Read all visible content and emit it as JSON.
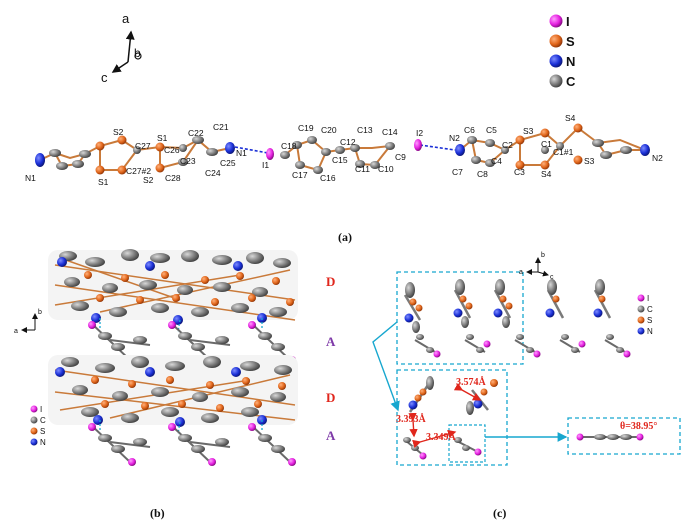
{
  "panel_a": {
    "caption": "(a)",
    "axes": {
      "a": "a",
      "b": "b",
      "c": "c"
    },
    "legend": [
      {
        "symbol": "I",
        "color": "#e520e0"
      },
      {
        "symbol": "S",
        "color": "#e0651a"
      },
      {
        "symbol": "N",
        "color": "#1a2fd6"
      },
      {
        "symbol": "C",
        "color": "#7a7a7a"
      }
    ],
    "atoms": [
      "N1",
      "S2",
      "S1",
      "C27#2",
      "C27",
      "C26",
      "S1",
      "S2",
      "C28",
      "C22",
      "C23",
      "C24",
      "C21",
      "C25",
      "N1",
      "I1",
      "C18",
      "C19",
      "C20",
      "C17",
      "C16",
      "C13",
      "C12",
      "C15",
      "C11",
      "C14",
      "C10",
      "C9",
      "I2",
      "N2",
      "C6",
      "C5",
      "C2",
      "C4",
      "C7",
      "C8",
      "S3",
      "C1",
      "C3",
      "S4",
      "S4",
      "C1#1",
      "S3",
      "N2"
    ]
  },
  "panel_b": {
    "caption": "(b)",
    "axes": {
      "a": "a",
      "b": "b"
    },
    "layers": [
      "D",
      "A",
      "D",
      "A"
    ],
    "legend": [
      "I",
      "C",
      "S",
      "N"
    ]
  },
  "panel_c": {
    "caption": "(c)",
    "axes": {
      "a": "a",
      "b": "b",
      "c": "c"
    },
    "legend": [
      "I",
      "C",
      "S",
      "N"
    ],
    "distances": [
      "3.574Å",
      "3.393Å",
      "3.349Å"
    ],
    "angle": "θ=38.95°"
  },
  "colors": {
    "iodine": "#e520e0",
    "sulfur": "#e0651a",
    "nitrogen": "#1a2fd6",
    "carbon": "#7a7a7a",
    "bond": "#c97a3a",
    "donor_label": "#e0261c",
    "acceptor_label": "#7e3aa8",
    "frame": "#17a7cf"
  }
}
